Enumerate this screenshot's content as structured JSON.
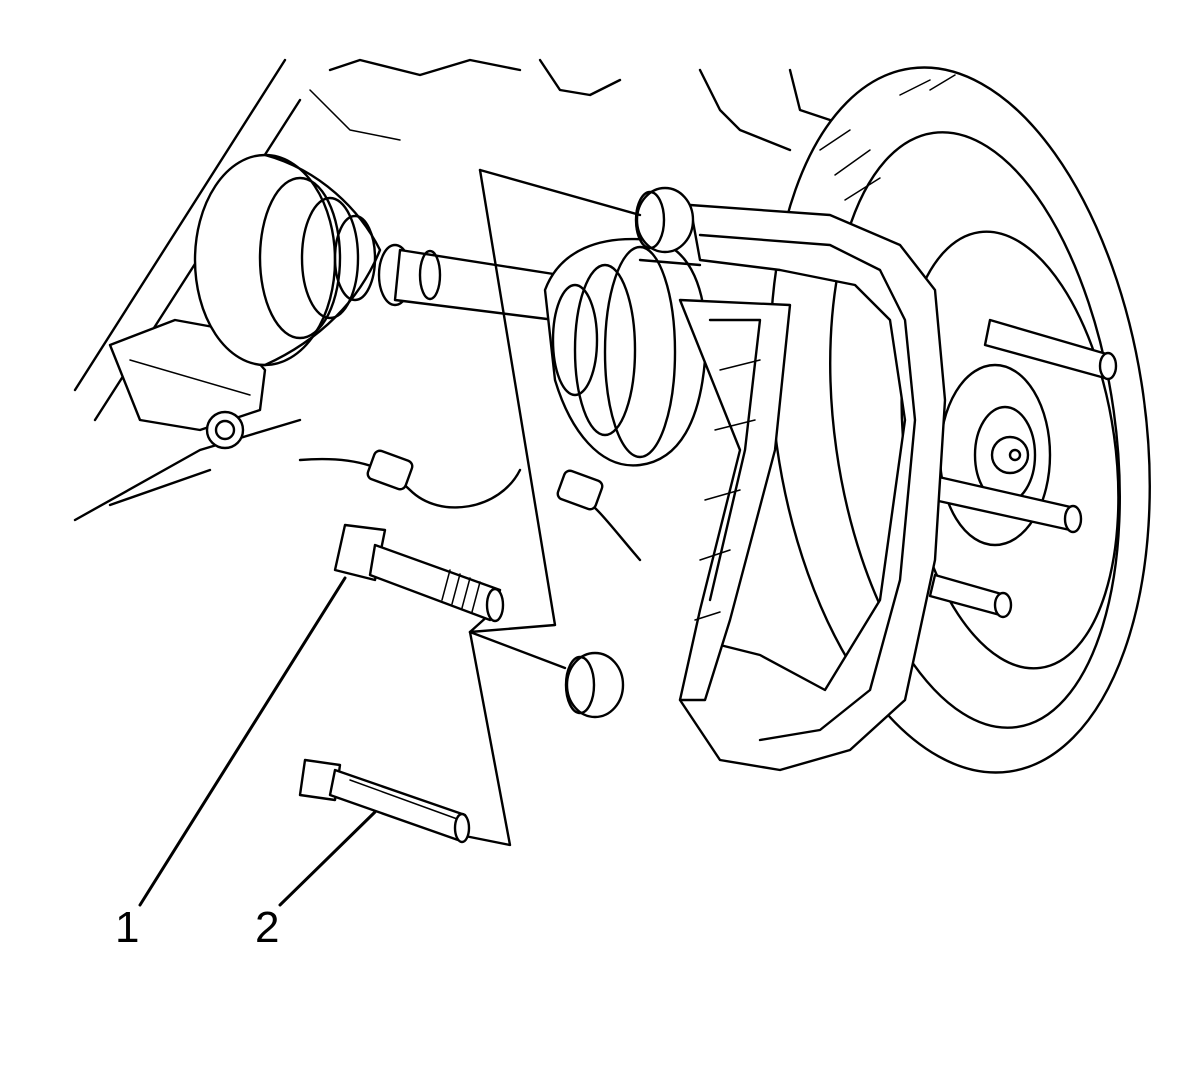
{
  "diagram": {
    "callouts": [
      {
        "number": "1",
        "part": "caliper-guide-pin-upper"
      },
      {
        "number": "2",
        "part": "caliper-guide-pin-lower"
      }
    ]
  }
}
